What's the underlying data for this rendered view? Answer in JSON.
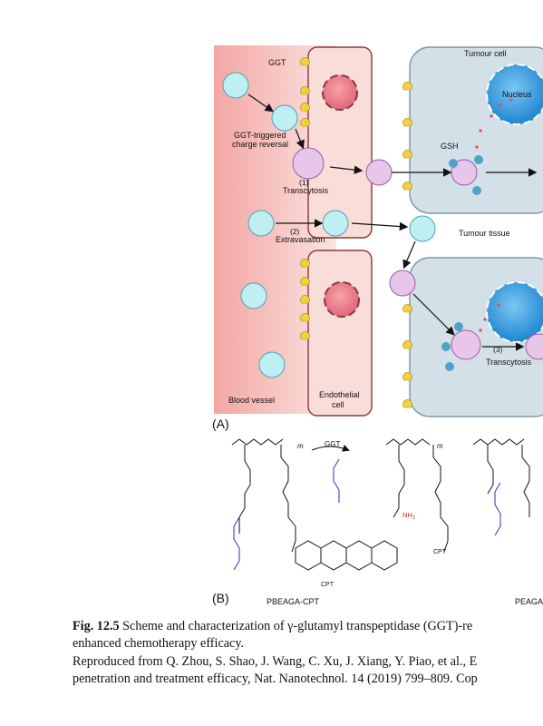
{
  "figure": {
    "panel_a": {
      "panel_label": "(A)",
      "labels": {
        "ggt": "GGT",
        "ggt_triggered": "GGT-triggered",
        "charge_reversal": "charge reversal",
        "step1_num": "(1)",
        "step1": "Transcytosis",
        "step2_num": "(2)",
        "step2": "Extravasation",
        "blood_vessel": "Blood vessel",
        "endothelial_line1": "Endothelial",
        "endothelial_line2": "cell",
        "tumour_cell": "Tumour cell",
        "nucleus": "Nucleus",
        "gsh": "GSH",
        "tumour_tissue": "Tumour tissue",
        "step3_num": "(3)",
        "step3": "Transcytosis"
      }
    },
    "panel_b": {
      "panel_label": "(B)",
      "labels": {
        "ggt": "GGT",
        "m": "m",
        "cpt1": "CPT",
        "cpt2": "CPT",
        "name1": "PBEAGA-CPT",
        "name2": "PEAGA",
        "nh2": "NH",
        "nh2_sub": "2"
      }
    },
    "colors": {
      "vessel": "#f4b6b2",
      "endothelial": "#f7d7d3",
      "tumour_cell": "#cfdde6",
      "nucleus": "#3aa0e0",
      "receptor": "#f2d23a",
      "nanoparticle": "#bfeff2",
      "nanoparticle_charged": "#e7c6ea",
      "polymer_blue": "#2233bb",
      "amine_red": "#d11f1f"
    }
  },
  "caption": {
    "fig_label": "Fig. 12.5",
    "line1": "Scheme and characterization of γ-glutamyl transpeptidase (GGT)-re",
    "line2": "enhanced chemotherapy efficacy."
  },
  "reference": {
    "line1": "Reproduced from Q. Zhou, S. Shao, J. Wang, C. Xu, J. Xiang, Y. Piao, et al., E",
    "line2": "penetration and treatment efficacy, Nat. Nanotechnol. 14 (2019) 799–809. Cop"
  }
}
